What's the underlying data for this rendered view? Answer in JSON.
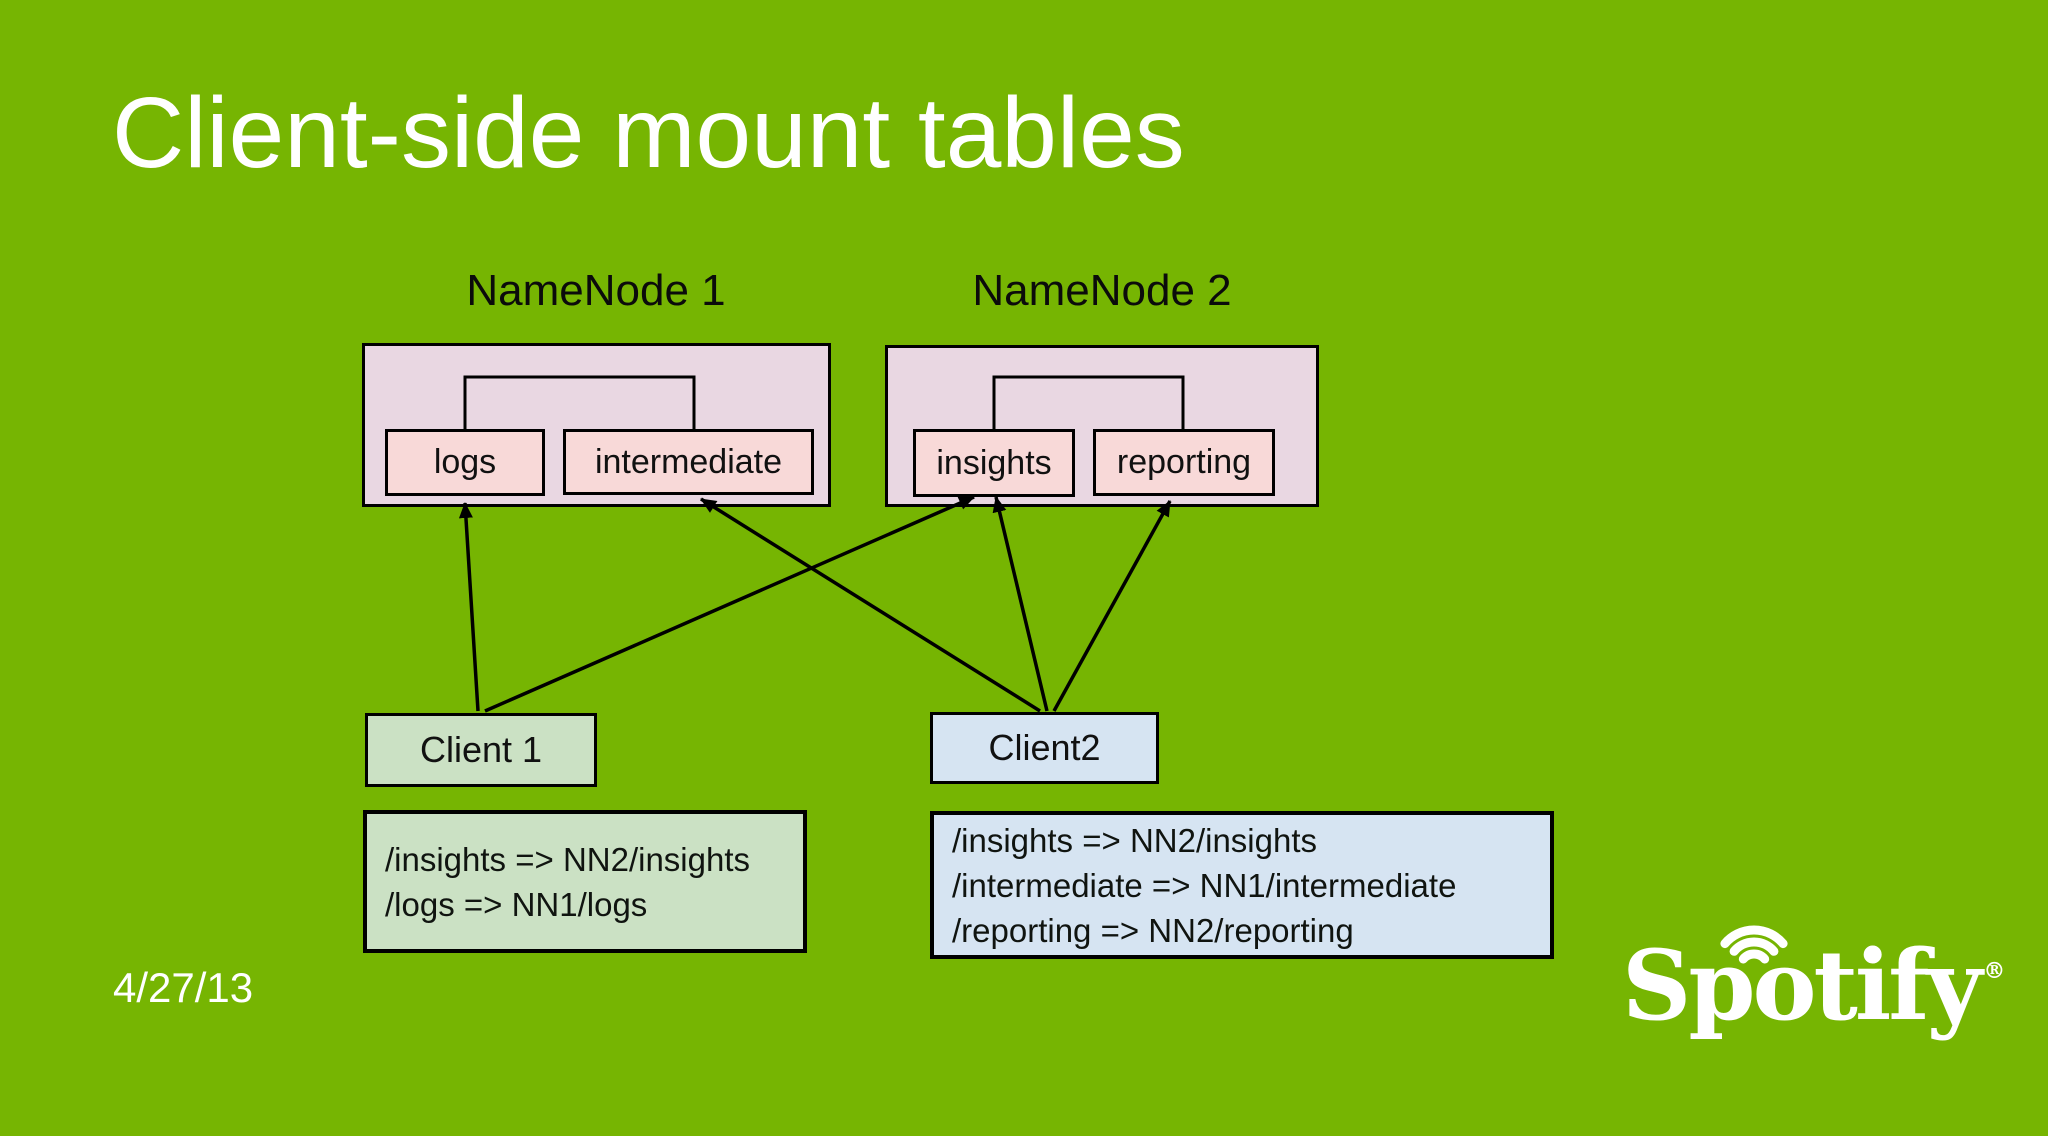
{
  "slide": {
    "title": "Client-side mount tables",
    "date": "4/27/13",
    "background_color": "#76B502",
    "brand": {
      "name": "Spotify",
      "registered_mark": "®"
    }
  },
  "diagram": {
    "line_color": "#000000",
    "namenodes": [
      {
        "label": "NameNode 1",
        "box_fill": "#E9D7E2",
        "mount_fill": "#F8D9D8",
        "mounts": [
          "logs",
          "intermediate"
        ]
      },
      {
        "label": "NameNode 2",
        "box_fill": "#E9D7E2",
        "mount_fill": "#F8D9D8",
        "mounts": [
          "insights",
          "reporting"
        ]
      }
    ],
    "clients": [
      {
        "label": "Client 1",
        "fill": "#CBE1C4",
        "mount_table": [
          "/insights => NN2/insights",
          "/logs => NN1/logs"
        ]
      },
      {
        "label": "Client2",
        "fill": "#D6E4F2",
        "mount_table": [
          "/insights => NN2/insights",
          "/intermediate => NN1/intermediate",
          "/reporting => NN2/reporting"
        ]
      }
    ],
    "arrows": [
      {
        "from": "Client 1",
        "to": "NN1/logs"
      },
      {
        "from": "Client 1",
        "to": "NN2/insights"
      },
      {
        "from": "Client2",
        "to": "NN1/intermediate"
      },
      {
        "from": "Client2",
        "to": "NN2/insights"
      },
      {
        "from": "Client2",
        "to": "NN2/reporting"
      }
    ]
  }
}
